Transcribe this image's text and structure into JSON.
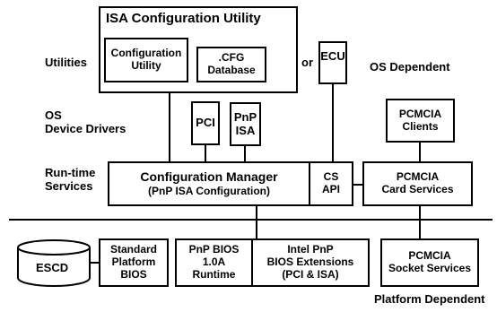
{
  "left_labels": {
    "utilities": "Utilities",
    "os_drivers": "OS\nDevice Drivers",
    "runtime": "Run-time\nServices"
  },
  "right_labels": {
    "os_dependent": "OS Dependent",
    "platform_dependent": "Platform Dependent"
  },
  "boxes": {
    "isa_utility_title": "ISA Configuration Utility",
    "config_utility": "Configuration\nUtility",
    "cfg_database": ".CFG\nDatabase",
    "or_text": "or",
    "ecu": "ECU",
    "pci": "PCI",
    "pnp_isa": "PnP\nISA",
    "pcmcia_clients": "PCMCIA\nClients",
    "config_manager_title": "Configuration Manager",
    "config_manager_sub": "(PnP ISA Configuration)",
    "cs_api": "CS\nAPI",
    "pcmcia_card_services": "PCMCIA\nCard Services",
    "escd": "ESCD",
    "standard_bios": "Standard\nPlatform\nBIOS",
    "pnp_bios_runtime": "PnP BIOS\n1.0A\nRuntime",
    "intel_pnp_ext": "Intel PnP\nBIOS Extensions\n(PCI & ISA)",
    "pcmcia_socket": "PCMCIA\nSocket Services"
  }
}
